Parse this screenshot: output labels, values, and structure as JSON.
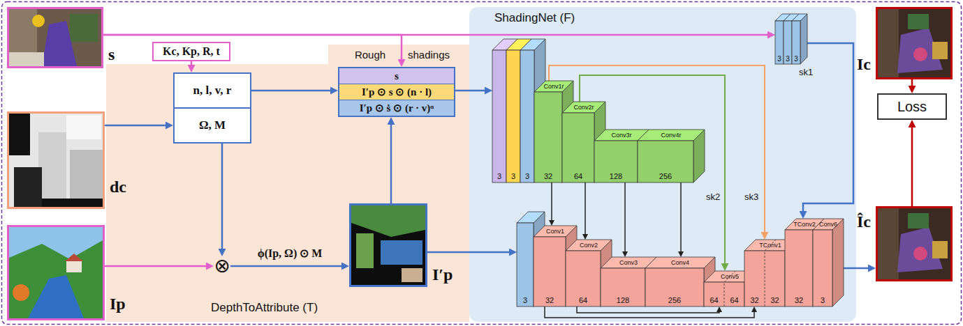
{
  "diagram": {
    "nodes": [
      {
        "text": [
          "s"
        ]
      },
      {
        "text": [
          "Kc, Kp, R, t"
        ]
      },
      {
        "text": [
          "dc"
        ]
      },
      {
        "text": [
          "DepthToAttribute (T)"
        ]
      },
      {
        "text": [
          "n, l, v, r",
          "Ω, M"
        ],
        "in": 3
      },
      {
        "text": [
          "s",
          "I′p ⊙ s ⊙ (n · l)",
          "I′p ⊙ ṡ ⊙ (r · v)ᵅ"
        ],
        "in": 3
      },
      {
        "text": [
          "⊗"
        ],
        "in": 3
      },
      {
        "text": [
          "I′p"
        ],
        "in": 3
      },
      {
        "text": [
          "Ip"
        ]
      },
      {
        "text": [
          "ShadingNet (F)"
        ]
      },
      {
        "text": [
          "3",
          "3",
          "3",
          "sk1"
        ],
        "in": 9
      },
      {
        "text": [
          "3"
        ],
        "in": 9
      },
      {
        "text": [
          "3"
        ],
        "in": 9
      },
      {
        "text": [
          "3"
        ],
        "in": 9
      },
      {
        "text": [
          "Conv1r",
          "32"
        ],
        "in": 9
      },
      {
        "text": [
          "Conv2r",
          "64"
        ],
        "in": 9
      },
      {
        "text": [
          "Conv3r",
          "128"
        ],
        "in": 9
      },
      {
        "text": [
          "Conv4r",
          "256"
        ],
        "in": 9
      },
      {
        "text": [
          "3"
        ],
        "in": 9
      },
      {
        "text": [
          "Conv1",
          "32"
        ],
        "in": 9
      },
      {
        "text": [
          "Conv2",
          "64"
        ],
        "in": 9
      },
      {
        "text": [
          "Conv3",
          "128"
        ],
        "in": 9
      },
      {
        "text": [
          "Conv4",
          "256"
        ],
        "in": 9
      },
      {
        "text": [
          "Conv5",
          "64",
          "64"
        ],
        "in": 9
      },
      {
        "text": [
          "TConv1",
          "32",
          "32"
        ],
        "in": 9
      },
      {
        "text": [
          "TConv2",
          "32"
        ],
        "in": 9
      },
      {
        "text": [
          "Conv6",
          "3"
        ],
        "in": 9
      },
      {
        "text": [
          "Ic"
        ]
      },
      {
        "text": [
          "Loss"
        ]
      },
      {
        "text": [
          "Îc"
        ]
      }
    ],
    "edges": [
      {
        "from": 0,
        "to": 10,
        "arrow": "to"
      },
      {
        "from": 0,
        "to": 5,
        "arrow": "to"
      },
      {
        "from": 1,
        "to": 4,
        "arrow": "to"
      },
      {
        "from": 2,
        "to": 4,
        "arrow": "to"
      },
      {
        "from": 4,
        "to": 5,
        "arrow": "to"
      },
      {
        "from": 4,
        "to": 6,
        "arrow": "to"
      },
      {
        "from": 8,
        "to": 6,
        "arrow": "to"
      },
      {
        "from": 6,
        "to": 7,
        "arrow": "to",
        "label": "ϕ(Ip, Ω) ⊙ M"
      },
      {
        "from": 7,
        "to": 5,
        "arrow": "to"
      },
      {
        "from": 5,
        "to": 11,
        "arrow": "to"
      },
      {
        "from": 7,
        "to": 18,
        "arrow": "to"
      },
      {
        "from": 10,
        "to": 25,
        "arrow": "to"
      },
      {
        "from": 14,
        "to": 19,
        "arrow": "to"
      },
      {
        "from": 15,
        "to": 20,
        "arrow": "to"
      },
      {
        "from": 16,
        "to": 21,
        "arrow": "to"
      },
      {
        "from": 17,
        "to": 22,
        "arrow": "to"
      },
      {
        "from": 15,
        "to": 23,
        "arrow": "to",
        "label": "sk2"
      },
      {
        "from": 14,
        "to": 24,
        "arrow": "to",
        "label": "sk3"
      },
      {
        "from": 19,
        "to": 24,
        "arrow": "to"
      },
      {
        "from": 20,
        "to": 23,
        "arrow": "to"
      },
      {
        "from": 26,
        "to": 29,
        "arrow": "to"
      },
      {
        "from": 27,
        "to": 28,
        "arrow": "to"
      },
      {
        "from": 29,
        "to": 28,
        "arrow": "to"
      }
    ],
    "labels": [
      "Rough",
      "shadings"
    ]
  }
}
